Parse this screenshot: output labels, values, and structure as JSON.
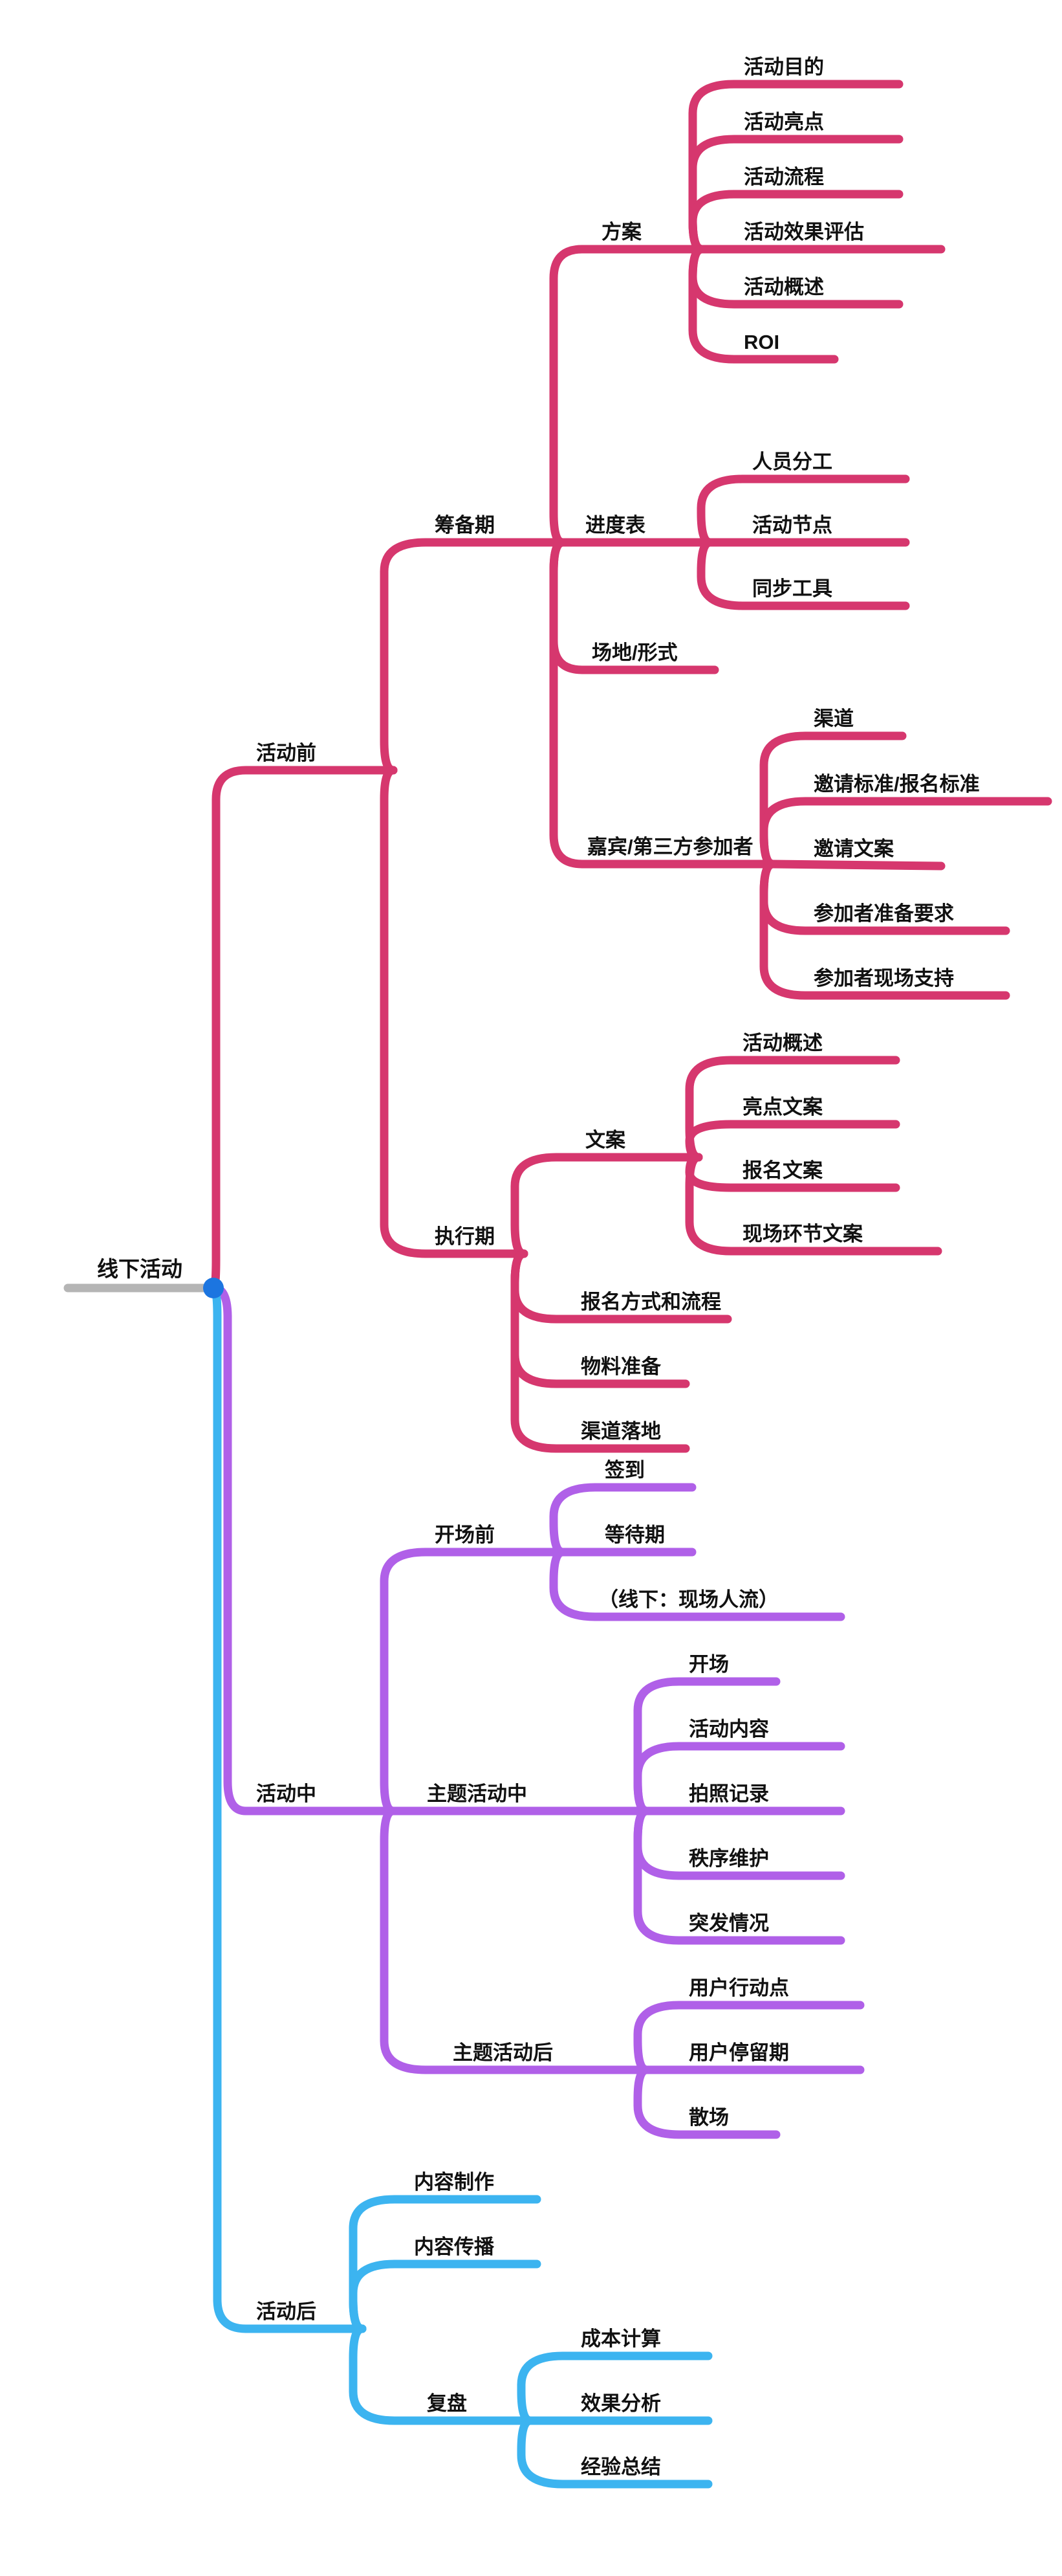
{
  "app": "mindmap",
  "colors": {
    "branch_pre": "#d6376e",
    "branch_during": "#b060e8",
    "branch_post": "#3cb4f0",
    "root_line": "#b5b5b5",
    "root_dot": "#1c75e0",
    "text": "#111111",
    "background": "#ffffff"
  },
  "tree": {
    "label": "线下活动",
    "children": [
      {
        "label": "活动前",
        "children": [
          {
            "label": "筹备期",
            "children": [
              {
                "label": "方案",
                "children": [
                  {
                    "label": "活动目的"
                  },
                  {
                    "label": "活动亮点"
                  },
                  {
                    "label": "活动流程"
                  },
                  {
                    "label": "活动效果评估"
                  },
                  {
                    "label": "活动概述"
                  },
                  {
                    "label": "ROI"
                  }
                ]
              },
              {
                "label": "进度表",
                "children": [
                  {
                    "label": "人员分工"
                  },
                  {
                    "label": "活动节点"
                  },
                  {
                    "label": "同步工具"
                  }
                ]
              },
              {
                "label": "场地/形式"
              },
              {
                "label": "嘉宾/第三方参加者",
                "children": [
                  {
                    "label": "渠道"
                  },
                  {
                    "label": "邀请标准/报名标准"
                  },
                  {
                    "label": "邀请文案"
                  },
                  {
                    "label": "参加者准备要求"
                  },
                  {
                    "label": "参加者现场支持"
                  }
                ]
              }
            ]
          },
          {
            "label": "执行期",
            "children": [
              {
                "label": "文案",
                "children": [
                  {
                    "label": "活动概述"
                  },
                  {
                    "label": "亮点文案"
                  },
                  {
                    "label": "报名文案"
                  },
                  {
                    "label": "现场环节文案"
                  }
                ]
              },
              {
                "label": "报名方式和流程"
              },
              {
                "label": "物料准备"
              },
              {
                "label": "渠道落地"
              }
            ]
          }
        ]
      },
      {
        "label": "活动中",
        "children": [
          {
            "label": "开场前",
            "children": [
              {
                "label": "签到"
              },
              {
                "label": "等待期"
              },
              {
                "label": "（线下：现场人流）"
              }
            ]
          },
          {
            "label": "主题活动中",
            "children": [
              {
                "label": "开场"
              },
              {
                "label": "活动内容"
              },
              {
                "label": "拍照记录"
              },
              {
                "label": "秩序维护"
              },
              {
                "label": "突发情况"
              }
            ]
          },
          {
            "label": "主题活动后",
            "children": [
              {
                "label": "用户行动点"
              },
              {
                "label": "用户停留期"
              },
              {
                "label": "散场"
              }
            ]
          }
        ]
      },
      {
        "label": "活动后",
        "children": [
          {
            "label": "内容制作"
          },
          {
            "label": "内容传播"
          },
          {
            "label": "复盘",
            "children": [
              {
                "label": "成本计算"
              },
              {
                "label": "效果分析"
              },
              {
                "label": "经验总结"
              }
            ]
          }
        ]
      }
    ]
  }
}
